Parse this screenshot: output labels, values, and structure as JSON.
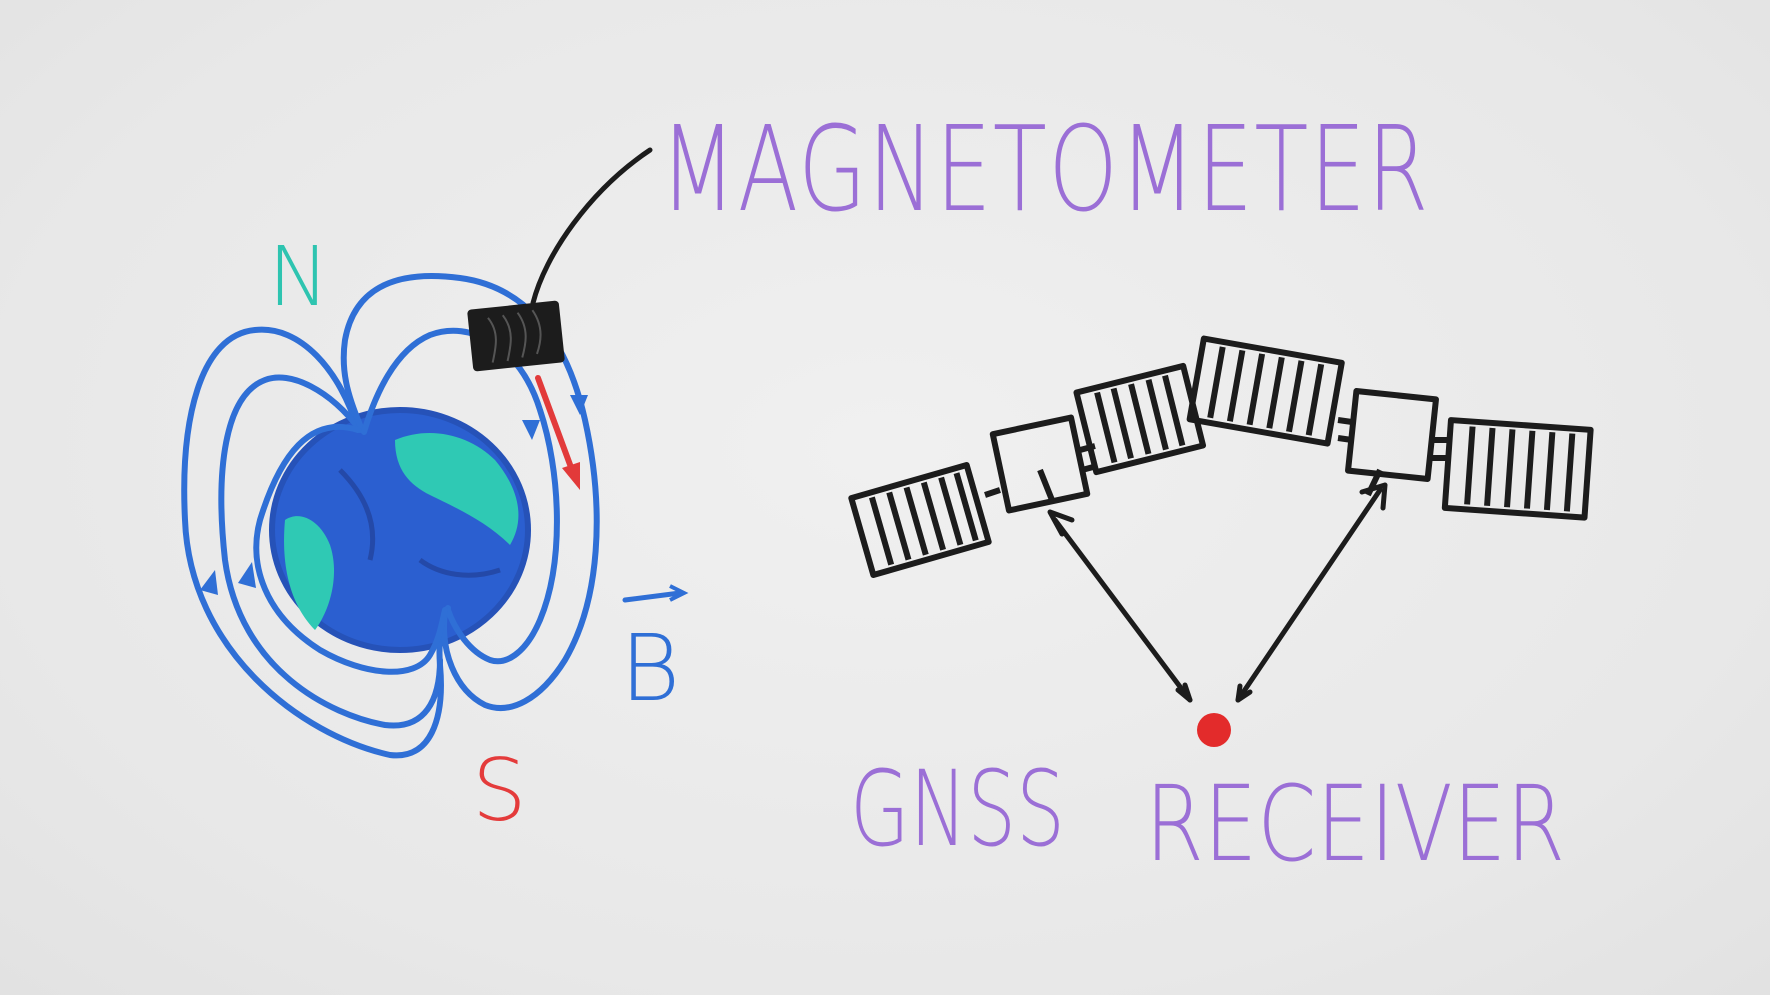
{
  "labels": {
    "north": "N",
    "south": "S",
    "field": "B",
    "magnetometer": "MAGNETOMETER",
    "gnss": "GNSS",
    "receiver": "RECEIVER"
  },
  "colors": {
    "background": "#ebebeb",
    "field_lines": "#2f6fd6",
    "ocean": "#2b5fd0",
    "land": "#2fc9b4",
    "north_label": "#2ec4b0",
    "south_label": "#e43b3b",
    "title_purple": "#9b6fd6",
    "ink": "#1c1c1c",
    "receiver_dot": "#e32b2b",
    "field_arrow": "#e23a3a"
  }
}
